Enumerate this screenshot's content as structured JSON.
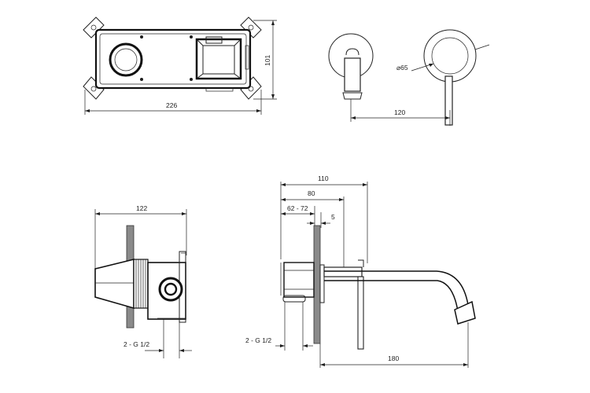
{
  "drawing": {
    "top_view": {
      "width_label": "226",
      "height_label": "101"
    },
    "front_view": {
      "diameter_label": "⌀65",
      "offset_label": "120"
    },
    "side_box_view": {
      "depth_label": "122",
      "thread_label": "2 - G 1/2"
    },
    "side_spout_view": {
      "total_label": "110",
      "mid_label": "80",
      "range_label": "62 - 72",
      "plate_label": "5",
      "thread_label": "2 - G 1/2",
      "spout_label": "180"
    },
    "colors": {
      "line": "#222222",
      "wall": "#8a8a8a",
      "part": "#1e1e1e"
    }
  }
}
